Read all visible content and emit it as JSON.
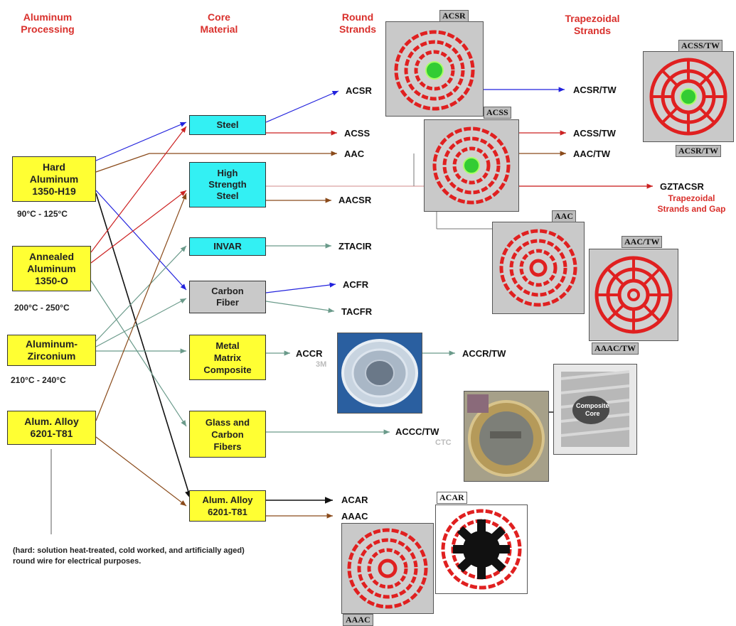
{
  "headers": {
    "aluminum": "Aluminum\nProcessing",
    "core": "Core\nMaterial",
    "round": "Round\nStrands",
    "trap": "Trapezoidal\nStrands"
  },
  "aluminum": [
    {
      "label": "Hard\nAluminum\n1350-H19",
      "temp": "90°C - 125°C"
    },
    {
      "label": "Annealed\nAluminum\n1350-O",
      "temp": "200°C - 250°C"
    },
    {
      "label": "Aluminum-\nZirconium",
      "temp": "210°C - 240°C"
    },
    {
      "label": "Alum. Alloy\n6201-T81",
      "temp": ""
    }
  ],
  "cores": [
    {
      "label": "Steel"
    },
    {
      "label": "High\nStrength\nSteel"
    },
    {
      "label": "INVAR"
    },
    {
      "label": "Carbon\nFiber"
    },
    {
      "label": "Metal\nMatrix\nComposite"
    },
    {
      "label": "Glass and\nCarbon\nFibers"
    },
    {
      "label": "Alum. Alloy\n6201-T81"
    }
  ],
  "round_products": [
    "ACSR",
    "ACSS",
    "AAC",
    "AACSR",
    "ZTACIR",
    "ACFR",
    "TACFR",
    "ACCR",
    "ACAR",
    "AAAC"
  ],
  "trap_products": [
    "ACSR/TW",
    "ACSS/TW",
    "AAC/TW",
    "ACCR/TW",
    "ACCC/TW"
  ],
  "gap": {
    "name": "GZTACSR",
    "sub": "Trapezoidal\nStrands and Gap"
  },
  "image_tags": [
    "ACSR",
    "ACSS",
    "ACSS/TW",
    "ACSR/TW",
    "AAC",
    "AAC/TW",
    "AAAC/TW",
    "ACAR",
    "AAAC"
  ],
  "vendors": {
    "accr": "3M",
    "accc": "CTC"
  },
  "composite_label": "Composite\nCore",
  "note": "(hard: solution heat-treated, cold worked, and artificially aged)\nround wire for electrical purposes.",
  "colors": {
    "header": "#d9302c",
    "aluminum_box": "#ffff33",
    "core_box": "#33f0f3",
    "carbon_box": "#c9c9c9",
    "strand": "#e02020",
    "core_strand": "#33cc33"
  }
}
